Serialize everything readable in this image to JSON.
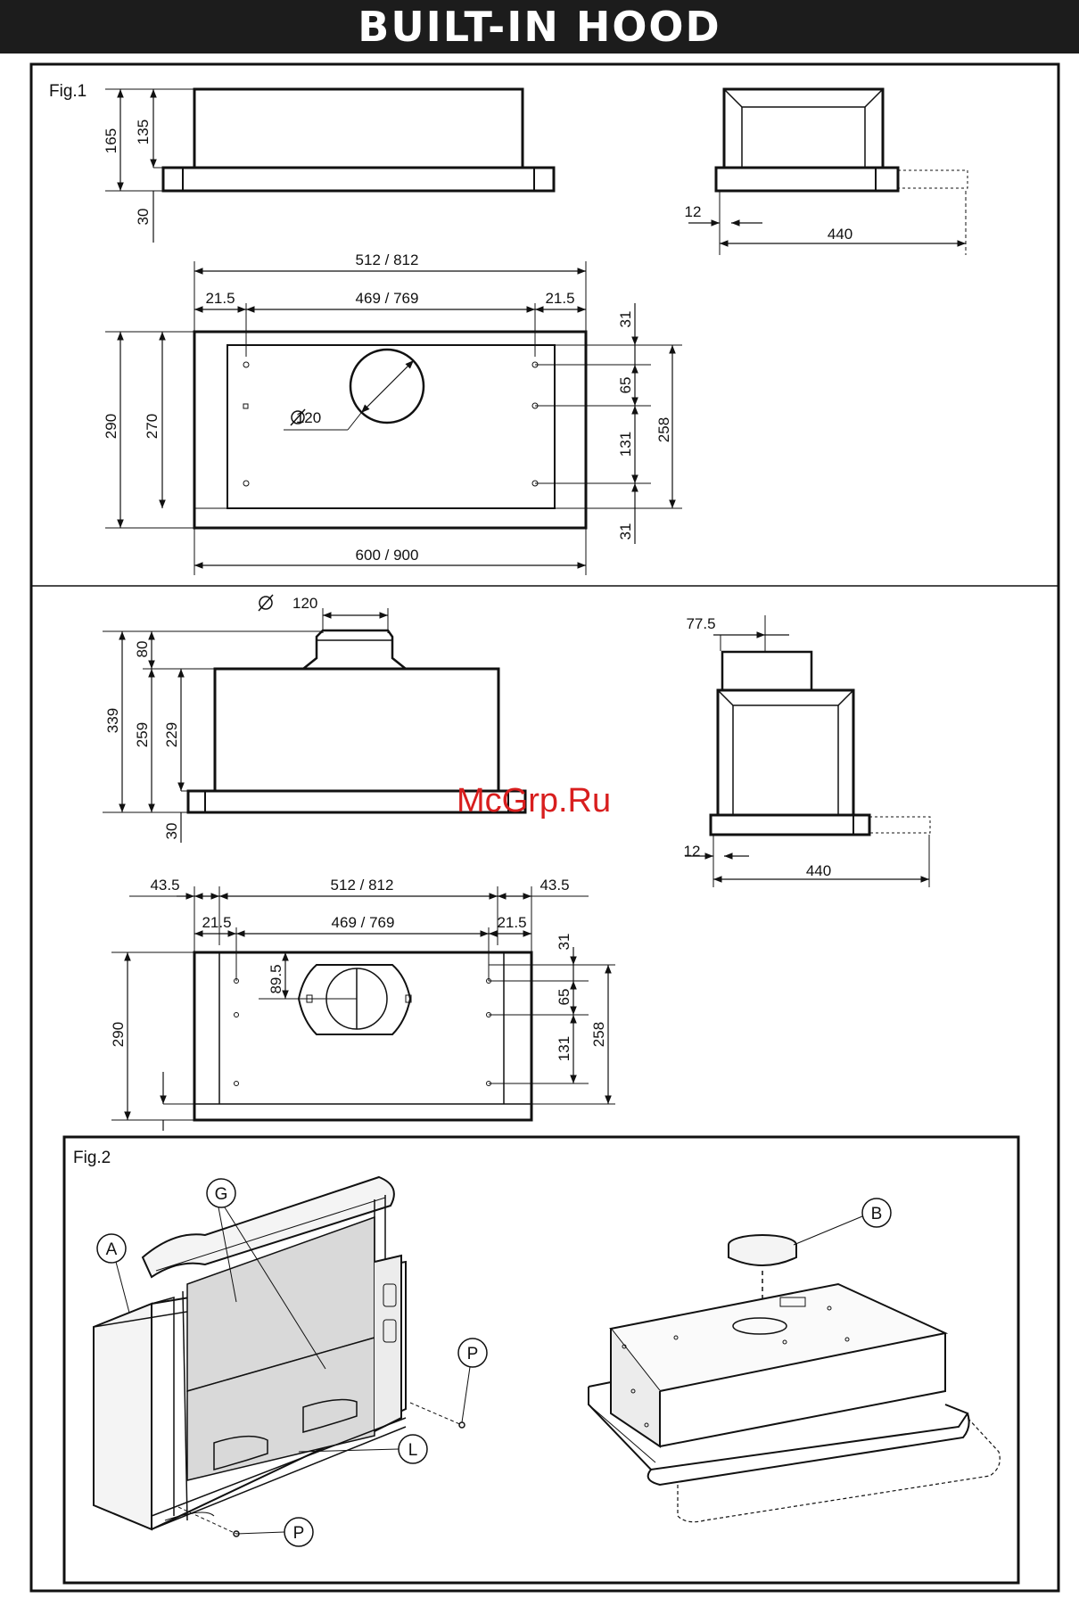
{
  "header": {
    "title": "BUILT-IN HOOD"
  },
  "fig1": {
    "label": "Fig.1",
    "top_view": {
      "h_total": "165",
      "h_body": "135",
      "h_base": "30"
    },
    "side_view": {
      "offset": "12",
      "depth": "440"
    },
    "plan_view": {
      "outer_width": "512 / 812",
      "margin_left": "21.5",
      "inner_width": "469 / 769",
      "margin_right": "21.5",
      "height_outer": "290",
      "height_inner": "270",
      "duct_diameter": "120",
      "right_dims": [
        "31",
        "65",
        "131",
        "31"
      ],
      "right_total": "258",
      "bottom_width": "600 / 900"
    }
  },
  "fig1b": {
    "front_view": {
      "duct_diameter": "120",
      "h_total": "339",
      "h_duct": "80",
      "h_body_a": "259",
      "h_body_b": "229",
      "h_base": "30"
    },
    "side_view": {
      "offset_top": "77.5",
      "offset": "12",
      "depth": "440"
    },
    "plan_view": {
      "edge_left": "43.5",
      "outer_width": "512 / 812",
      "edge_right": "43.5",
      "margin_left": "21.5",
      "inner_width": "469 / 769",
      "margin_right": "21.5",
      "height": "290",
      "duct_offset": "89.5",
      "right_dims": [
        "31",
        "65",
        "131"
      ],
      "right_total": "258"
    }
  },
  "fig2": {
    "label": "Fig.2",
    "callouts": [
      "A",
      "G",
      "L",
      "P",
      "P",
      "B"
    ]
  },
  "watermark": "McGrp.Ru",
  "colors": {
    "line": "#111111",
    "header_bg": "#1c1c1c",
    "watermark": "#d81e1e",
    "glass": "#d9d9d9"
  }
}
